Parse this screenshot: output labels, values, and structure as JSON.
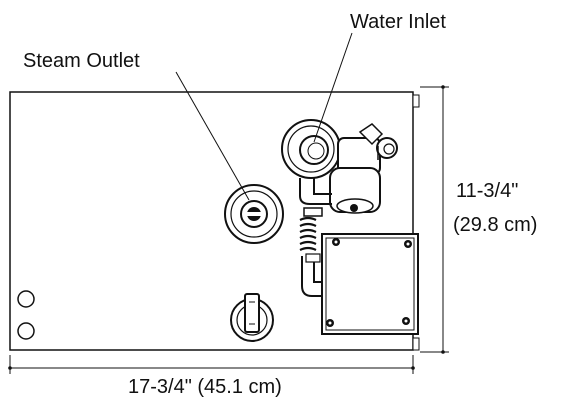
{
  "labels": {
    "steam_outlet": "Steam Outlet",
    "water_inlet": "Water Inlet",
    "height_imperial": "11-3/4\"",
    "height_metric": "(29.8 cm)",
    "width": "17-3/4\" (45.1 cm)"
  }
}
